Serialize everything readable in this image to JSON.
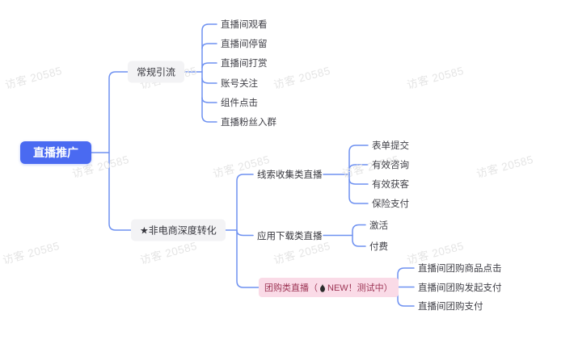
{
  "watermark": {
    "text": "访客 20585"
  },
  "colors": {
    "root_bg": "#4a6af1",
    "branch_bg": "#f3f3f5",
    "connector": "#6e91f1",
    "highlight_bg": "#fadbe7",
    "highlight_text": "#9c3353"
  },
  "mindmap": {
    "root_label": "直播推广",
    "branch1": {
      "label": "常规引流",
      "children": [
        "直播间观看",
        "直播间停留",
        "直播间打赏",
        "账号关注",
        "组件点击",
        "直播粉丝入群"
      ]
    },
    "branch2": {
      "label": "★非电商深度转化",
      "leads": {
        "label": "线索收集类直播",
        "children": [
          "表单提交",
          "有效咨询",
          "有效获客",
          "保险支付"
        ]
      },
      "app": {
        "label": "应用下载类直播",
        "children": [
          "激活",
          "付费"
        ]
      },
      "group": {
        "label_pre": "团购类直播（",
        "icon": "fire-icon",
        "label_post": "NEW！测试中）",
        "children": [
          "直播间团购商品点击",
          "直播间团购发起支付",
          "直播间团购支付"
        ]
      }
    }
  }
}
